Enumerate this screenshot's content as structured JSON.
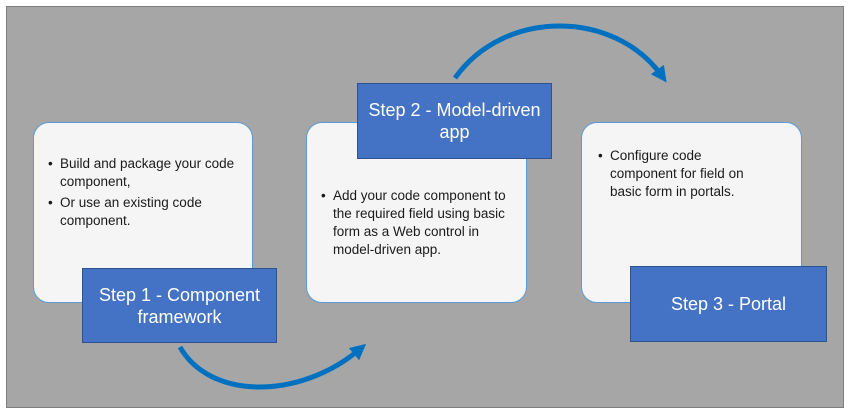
{
  "steps": [
    {
      "title": "Step 1 - Component framework",
      "bullets": [
        "Build and package your code component,",
        "Or use an existing code component."
      ]
    },
    {
      "title": "Step 2 - Model-driven app",
      "bullets": [
        "Add your code component to the required field using basic form as a Web control in model-driven app."
      ]
    },
    {
      "title": "Step 3 - Portal",
      "bullets": [
        "Configure code component for field on basic form in portals."
      ]
    }
  ],
  "colors": {
    "background": "#a6a6a6",
    "card": "#f5f5f5",
    "card_border": "#5b9bd5",
    "step_box": "#4472c4",
    "arrow": "#0070c0"
  }
}
